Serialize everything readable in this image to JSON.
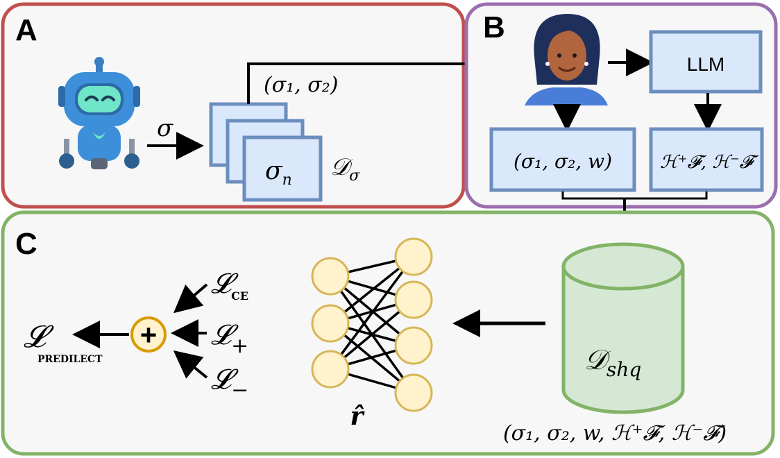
{
  "panels": {
    "a": {
      "letter": "A",
      "color": "#c0504d"
    },
    "b": {
      "letter": "B",
      "color": "#9b6fae"
    },
    "c": {
      "letter": "C",
      "color": "#82b366"
    }
  },
  "colors": {
    "box_fill": "#dae8fc",
    "box_stroke": "#6c8ebf",
    "neuron_fill": "#fff2cc",
    "neuron_stroke": "#d6b656",
    "db_fill": "#d5e8d4",
    "db_stroke": "#82b366",
    "plus_stroke": "#d79b00"
  },
  "panel_a": {
    "sigma_arrow_label": "σ",
    "stack_front_label": "σ",
    "stack_front_sub": "n",
    "dataset_label": "𝒟",
    "dataset_sub": "σ",
    "pair_label": "(σ₁, σ₂)"
  },
  "panel_b": {
    "llm_label": "LLM",
    "pref_box_label": "(σ₁, σ₂, w)",
    "hyp_box_label": "ℋ⁺𝓕, ℋ⁻𝓕"
  },
  "panel_c": {
    "db_label": "𝒟",
    "db_sub": "shq",
    "db_tuple": "(σ₁, σ₂, w, ℋ⁺𝓕, ℋ⁻𝓕)",
    "network_label": "r̂",
    "loss_ce": "𝓛",
    "loss_ce_sub": "CE",
    "loss_plus": "𝓛",
    "loss_plus_sub": "+",
    "loss_minus": "𝓛",
    "loss_minus_sub": "−",
    "plus_symbol": "+",
    "loss_total": "𝓛",
    "loss_total_sub": "PREDILECT"
  }
}
